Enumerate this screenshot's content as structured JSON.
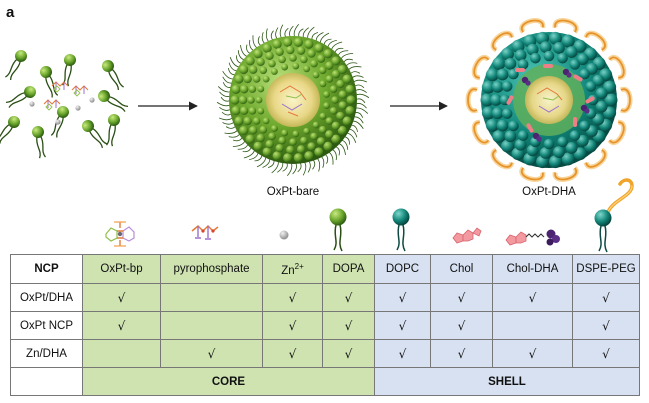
{
  "panel_letter": "a",
  "captions": {
    "bare": "OxPt-bare",
    "dha": "OxPt-DHA"
  },
  "table": {
    "corner": "NCP",
    "columns": [
      {
        "key": "oxptbp",
        "label": "OxPt-bp",
        "group": "core"
      },
      {
        "key": "pyro",
        "label": "pyrophosphate",
        "group": "core"
      },
      {
        "key": "zn",
        "label": "Zn",
        "sup": "2+",
        "group": "core"
      },
      {
        "key": "dopa",
        "label": "DOPA",
        "group": "core"
      },
      {
        "key": "dopc",
        "label": "DOPC",
        "group": "shell"
      },
      {
        "key": "chol",
        "label": "Chol",
        "group": "shell"
      },
      {
        "key": "choldha",
        "label": "Chol-DHA",
        "group": "shell"
      },
      {
        "key": "dspe",
        "label": "DSPE-PEG",
        "group": "shell"
      }
    ],
    "check_mark": "√",
    "rows": [
      {
        "label": "OxPt/DHA",
        "checks": [
          true,
          false,
          true,
          true,
          true,
          true,
          true,
          true
        ]
      },
      {
        "label": "OxPt NCP",
        "checks": [
          true,
          false,
          true,
          true,
          true,
          true,
          false,
          true
        ]
      },
      {
        "label": "Zn/DHA",
        "checks": [
          false,
          true,
          true,
          true,
          true,
          true,
          true,
          true
        ]
      }
    ],
    "groups": {
      "core": "CORE",
      "shell": "SHELL"
    }
  },
  "colors": {
    "core_bg": "#cfe3b1",
    "shell_bg": "#d7e1f1",
    "dopa_green": "#5c9a24",
    "dopc_teal": "#127e74",
    "peg_orange": "#f0a42a",
    "chol_pink": "#ee7f86",
    "dha_purple": "#4b2370"
  }
}
